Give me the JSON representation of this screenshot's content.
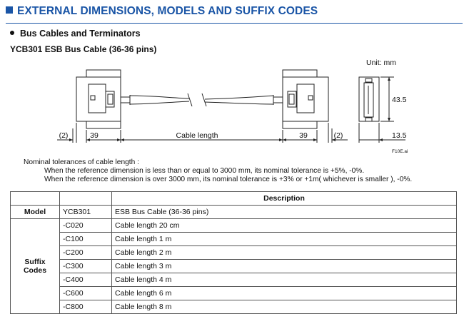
{
  "heading": "EXTERNAL DIMENSIONS, MODELS AND SUFFIX CODES",
  "section": "Bus Cables and Terminators",
  "model_title": "YCB301  ESB Bus Cable (36-36 pins)",
  "drawing": {
    "unit": "Unit: mm",
    "dim_left_gap": "(2)",
    "dim_left_conn": "39",
    "dim_cable": "Cable length",
    "dim_right_conn": "39",
    "dim_right_gap": "(2)",
    "dim_height": "43.5",
    "dim_depth": "13.5",
    "figure_id": "F10E.ai"
  },
  "tolerance": {
    "title": "Nominal tolerances of cable length :",
    "line1": "When the reference dimension is less than or equal to 3000 mm, its nominal tolerance is +5%, -0%.",
    "line2": "When the reference dimension is over 3000 mm, its nominal tolerance is +3% or +1m( whichever is smaller ), -0%."
  },
  "table": {
    "header_description": "Description",
    "model_label": "Model",
    "model_code": "YCB301",
    "model_desc": "ESB Bus Cable (36-36 pins)",
    "suffix_label_1": "Suffix",
    "suffix_label_2": "Codes",
    "suffix_rows": [
      {
        "code": "-C020",
        "desc": "Cable length 20 cm"
      },
      {
        "code": "-C100",
        "desc": "Cable length 1 m"
      },
      {
        "code": "-C200",
        "desc": "Cable length 2 m"
      },
      {
        "code": "-C300",
        "desc": "Cable length 3 m"
      },
      {
        "code": "-C400",
        "desc": "Cable length 4 m"
      },
      {
        "code": "-C600",
        "desc": "Cable length 6 m"
      },
      {
        "code": "-C800",
        "desc": "Cable length 8 m"
      }
    ]
  }
}
